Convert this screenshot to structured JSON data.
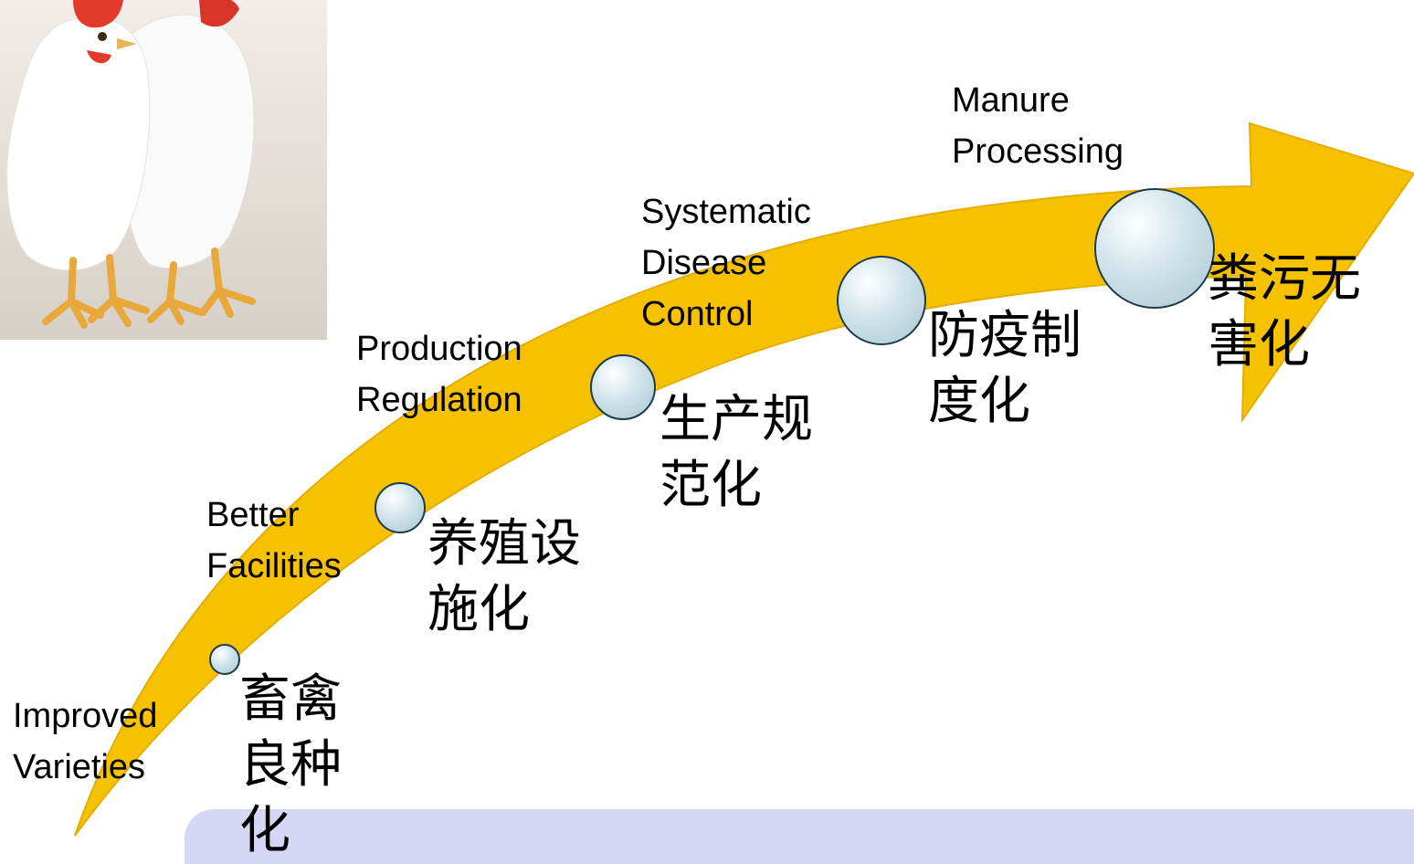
{
  "colors": {
    "arrow": "#f6c200",
    "arrow_edge": "#e3ae00",
    "bubble_fill": "#cfe3ea",
    "bubble_border": "#1f3b4a",
    "band": "#d6d6f5"
  },
  "photo": {
    "icon": "white-chickens-photo"
  },
  "stages": [
    {
      "en": "Improved\nVarieties",
      "zh": "畜禽良种化"
    },
    {
      "en": "Better\nFacilities",
      "zh": "养殖设施化"
    },
    {
      "en": "Production\nRegulation",
      "zh": "生产规范化"
    },
    {
      "en": "Systematic\nDisease\nControl",
      "zh": "防疫制度化"
    },
    {
      "en": "Manure\nProcessing",
      "zh": "粪污无害化"
    }
  ]
}
